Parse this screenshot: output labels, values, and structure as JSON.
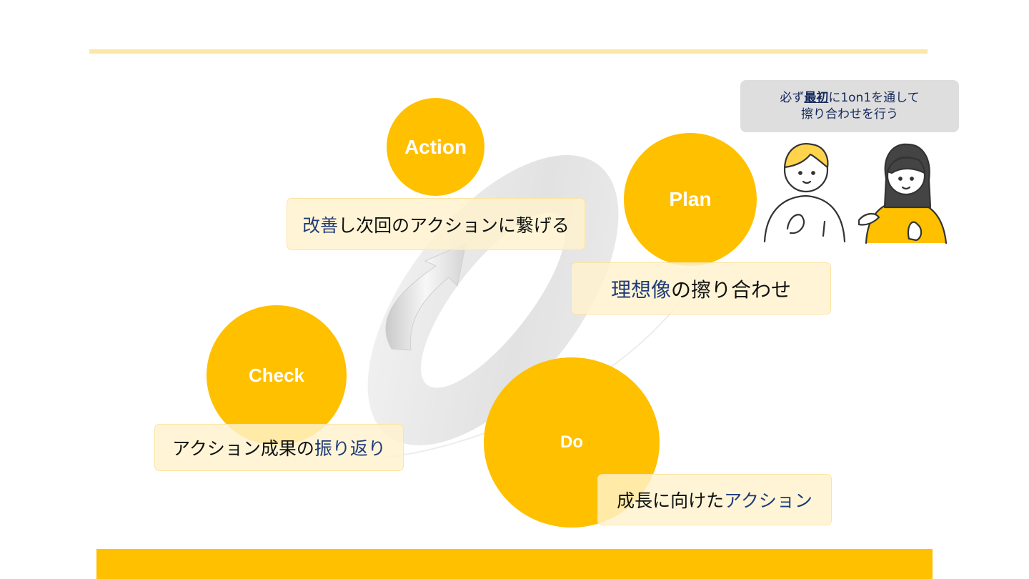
{
  "cycle": {
    "action": {
      "label": "Action",
      "desc_highlight": "改善",
      "desc_rest": "し次回のアクションに繋げる"
    },
    "plan": {
      "label": "Plan",
      "desc_highlight": "理想像",
      "desc_rest": "の擦り合わせ"
    },
    "check": {
      "label": "Check",
      "desc_lead": "アクション成果の",
      "desc_highlight": "振り返り"
    },
    "do": {
      "label": "Do",
      "desc_lead": "成長に向けた",
      "desc_highlight": "アクション"
    }
  },
  "callout": {
    "line1_a": "必ず",
    "line1_b": "最初",
    "line1_c": "に1on1を通して",
    "line2": "擦り合わせを行う"
  },
  "icons": {
    "ring": "cycle-arrow-icon",
    "people": "two-people-illustration-icon"
  },
  "colors": {
    "accent": "#ffc000",
    "box_fill": "#fff3cd",
    "highlight_text": "#1f3b78",
    "callout_bg": "#dedede",
    "top_rule": "#fbe7a6"
  }
}
